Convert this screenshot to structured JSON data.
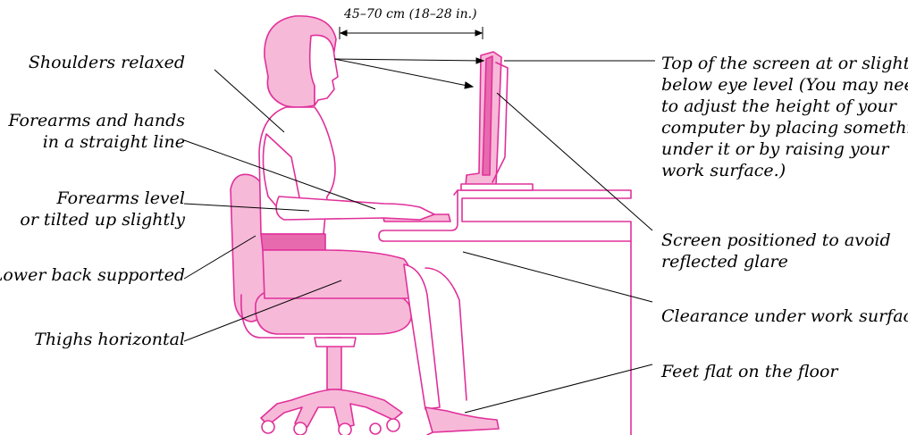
{
  "colors": {
    "outline": "#e0309a",
    "fill": "#f7b9d8",
    "fill_dark": "#e86aae",
    "leader": "#000000"
  },
  "dimension": {
    "label": "45–70 cm (18–28 in.)"
  },
  "callouts": {
    "shoulders": "Shoulders relaxed",
    "forearms_hands": "Forearms and hands\nin a straight line",
    "forearms_level": "Forearms level\nor tilted up slightly",
    "lower_back": "Lower back supported",
    "thighs": "Thighs horizontal",
    "screen_top": "Top of the screen at or slightly\nbelow eye level (You may need\nto adjust the height of your\ncomputer by placing something\nunder it or by raising your\nwork surface.)",
    "screen_glare": "Screen positioned to avoid\nreflected glare",
    "clearance": "Clearance under work surface",
    "feet": "Feet flat on the floor"
  }
}
